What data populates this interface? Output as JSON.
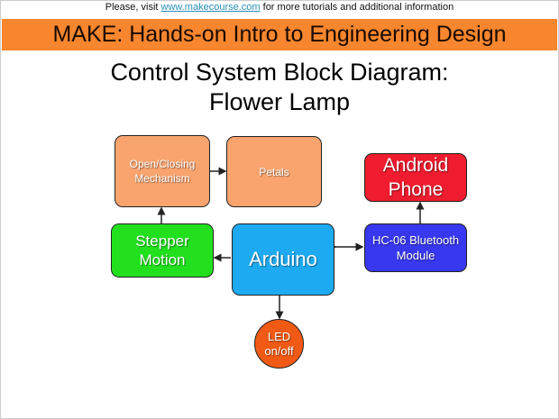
{
  "notice": {
    "prefix": "Please, visit ",
    "link": "www.makecourse.com",
    "suffix": " for more tutorials and additional information"
  },
  "banner": "MAKE: Hands-on Intro to Engineering Design",
  "title": {
    "line1": "Control System Block Diagram:",
    "line2": "Flower Lamp"
  },
  "blocks": {
    "mechanism": "Open/Closing Mechanism",
    "petals": "Petals",
    "android": "Android Phone",
    "stepper": "Stepper Motion",
    "arduino": "Arduino",
    "bluetooth": "HC-06 Bluetooth Module",
    "led": "LED on/off"
  },
  "colors": {
    "banner": "#f7862e",
    "peach": "#f9a46f",
    "android": "#ee1c2e",
    "stepper": "#22e01e",
    "arduino": "#1eaaf0",
    "bluetooth": "#3838f0",
    "led": "#f05a14"
  }
}
